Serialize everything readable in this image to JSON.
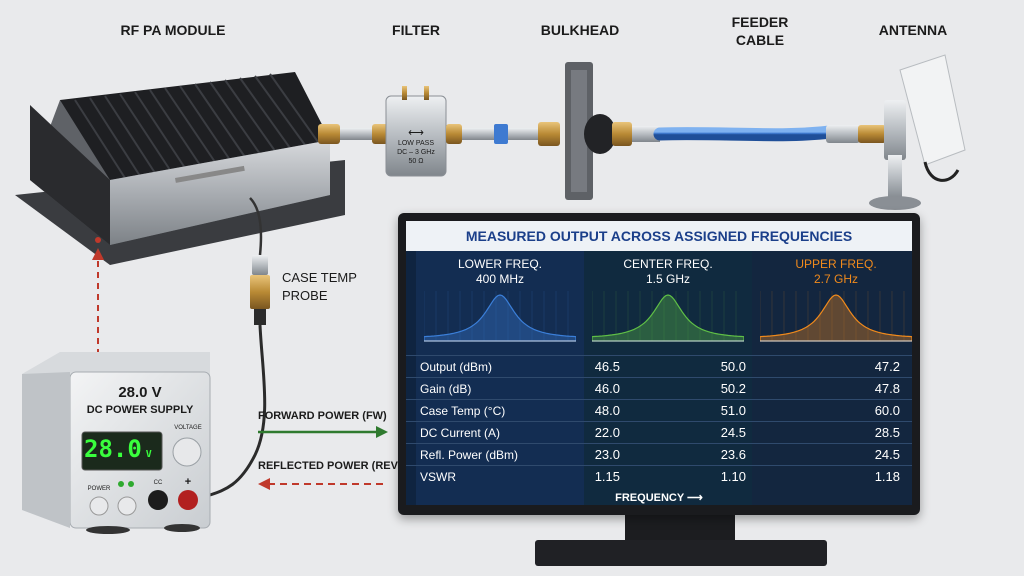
{
  "labels": {
    "rf_pa_module": "RF PA MODULE",
    "filter": "FILTER",
    "bulkhead": "BULKHEAD",
    "feeder_cable_1": "FEEDER",
    "feeder_cable_2": "CABLE",
    "antenna": "ANTENNA",
    "case_temp_1": "CASE TEMP",
    "case_temp_2": "PROBE",
    "forward_power": "FORWARD POWER (FW)",
    "reflected_power": "REFLECTED POWER (REV)"
  },
  "filter_body": {
    "line1": "LOW PASS",
    "line2": "DC – 3 GHz",
    "line3": "50 Ω"
  },
  "power_supply": {
    "title_voltage": "28.0 V",
    "title_name": "DC POWER SUPPLY",
    "display": "28.0",
    "display_unit": "V",
    "knob_label": "VOLTAGE",
    "power_label": "POWER",
    "cc_label": "CC",
    "plus_label": "+"
  },
  "screen": {
    "title": "MEASURED OUTPUT ACROSS ASSIGNED FREQUENCIES",
    "columns": [
      {
        "name": "LOWER FREQ.",
        "freq": "400 MHz",
        "color": "#3b7fd9"
      },
      {
        "name": "CENTER FREQ.",
        "freq": "1.5 GHz",
        "color": "#5fbf46"
      },
      {
        "name": "UPPER FREQ.",
        "freq": "2.7 GHz",
        "color": "#f08a1c"
      }
    ],
    "rows": [
      {
        "label": "Output (dBm)",
        "values": [
          "46.5",
          "50.0",
          "47.2"
        ]
      },
      {
        "label": "Gain (dB)",
        "values": [
          "46.0",
          "50.2",
          "47.8"
        ]
      },
      {
        "label": "Case Temp (°C)",
        "values": [
          "48.0",
          "51.0",
          "60.0"
        ]
      },
      {
        "label": "DC Current (A)",
        "values": [
          "22.0",
          "24.5",
          "28.5"
        ]
      },
      {
        "label": "Refl. Power (dBm)",
        "values": [
          "23.0",
          "23.6",
          "24.5"
        ]
      },
      {
        "label": "VSWR",
        "values": [
          "1.15",
          "1.10",
          "1.18"
        ]
      }
    ],
    "axis_label": "FREQUENCY ⟶"
  },
  "colors": {
    "forward_arrow": "#2f7a2f",
    "reflected_arrow": "#c0392b",
    "cable_blue": "#3e7ad1",
    "screen_bg": "#0f2440"
  }
}
